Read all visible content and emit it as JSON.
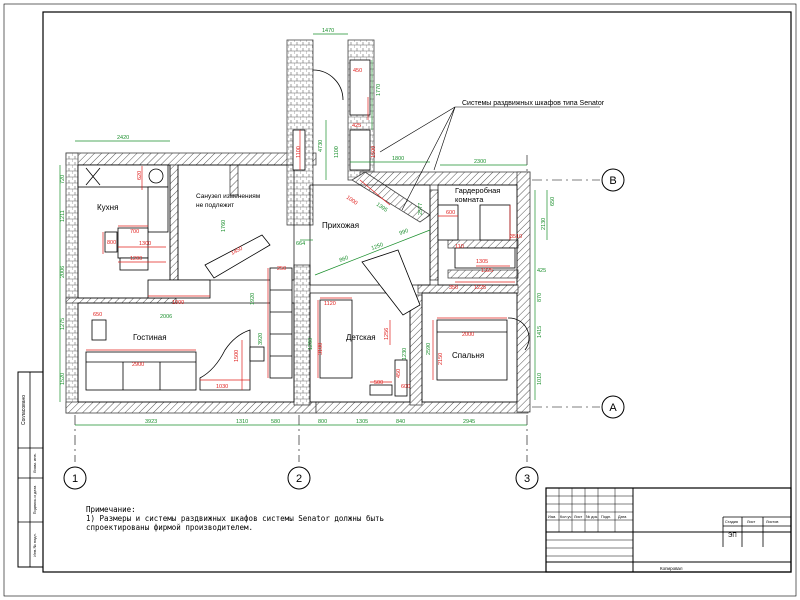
{
  "rooms": {
    "kitchen": "Кухня",
    "bathroom_line1": "Санузел изменениям",
    "bathroom_line2": "не подлежит",
    "hallway": "Прихожая",
    "wardrobe_line1": "Гардеробная",
    "wardrobe_line2": "комната",
    "living": "Гостиная",
    "kids": "Детская",
    "bedroom": "Спальня"
  },
  "callout": "Системы раздвижных шкафов типа Senator",
  "axes": {
    "a1": "1",
    "a2": "2",
    "a3": "3",
    "aA": "A",
    "aB": "B"
  },
  "dims_green": {
    "top_1470": "1470",
    "k2420": "2420",
    "d1770": "1770",
    "d4730": "4730",
    "d1800": "1800",
    "d2300": "2300",
    "d2130": "2130",
    "d650": "650",
    "d870": "870",
    "d1415": "1415",
    "d1010": "1010",
    "d425": "425",
    "d3923": "3923",
    "d1310": "1310",
    "d580": "580",
    "d800": "800",
    "d1305": "1305",
    "d840": "840",
    "d2945": "2945",
    "d720": "720",
    "d1211": "1211",
    "d2006": "2006",
    "d1275": "1275",
    "d1520": "1520",
    "d664": "664",
    "d2006b": "2006",
    "d1250": "1250",
    "d860": "860",
    "d1100": "1100",
    "d1760": "1760",
    "d3920": "3920",
    "d2590": "2590",
    "d1200": "1200",
    "d990": "990",
    "d1230": "1230",
    "d1395": "1395",
    "d1920": "1920",
    "d2577": "2577"
  },
  "dims_red": {
    "r450": "450",
    "r425": "425",
    "r1100": "1100",
    "r1500": "1500",
    "r600": "600",
    "r620": "620",
    "r1305": "1305",
    "r3510": "3510",
    "r1325": "1325",
    "r1225": "1225",
    "r350": "350",
    "r110": "110",
    "r1300": "1300",
    "r800": "800",
    "r1200": "1200",
    "r700": "700",
    "r1000": "1000",
    "r650": "650",
    "r2900": "2900",
    "r2000": "2000",
    "r2150": "2150",
    "r1256": "1256",
    "r500": "500",
    "r1120": "1120",
    "r600b": "600",
    "r450b": "450",
    "r3100": "3100",
    "r1500b": "1500",
    "r1030": "1030",
    "r250": "250",
    "r1450": "1450",
    "r1000b": "1000"
  },
  "note": {
    "line1": "Примечание:",
    "line2": "1) Размеры и системы раздвижных шкафов системы Senator должны быть",
    "line3": "спроектированы фирмой производителем."
  },
  "title_block": {
    "h_izm": "Изм.",
    "h_kol": "Кол.уч",
    "h_list": "Лист",
    "h_ndok": "№ док.",
    "h_podp": "Подп.",
    "h_data": "Дата",
    "stadia": "Стадия",
    "list": "Лист",
    "listov": "Листов",
    "stadia_val": "ЭП",
    "kopir": "Копировал"
  },
  "side_stamp": {
    "s1": "Согласовано",
    "s2": "Взам. инв.",
    "s3": "Подпись и дата",
    "s4": "Инв.№ подл."
  },
  "colors": {
    "red": "#e0201e",
    "green": "#1a8f2c",
    "wall": "#555555",
    "ink": "#000000"
  }
}
